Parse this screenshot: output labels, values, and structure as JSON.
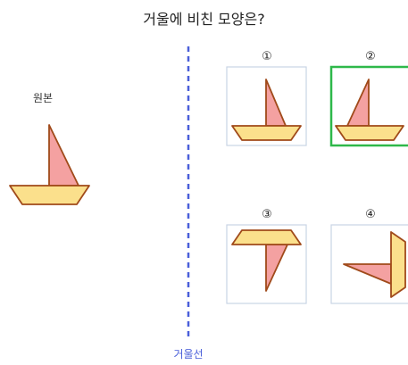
{
  "title": "거울에 비친 모양은?",
  "original_label": "원본",
  "mirror_label": "거울선",
  "options": [
    {
      "number": "①"
    },
    {
      "number": "②",
      "selected": true
    },
    {
      "number": "③"
    },
    {
      "number": "④"
    }
  ],
  "colors": {
    "sail": "#f4a1a1",
    "hull": "#fbe08c",
    "outline": "#a04a1a",
    "mirror": "#4a5fd9",
    "box_border": "#c9d4e4",
    "selected_border": "#2eb84a"
  }
}
